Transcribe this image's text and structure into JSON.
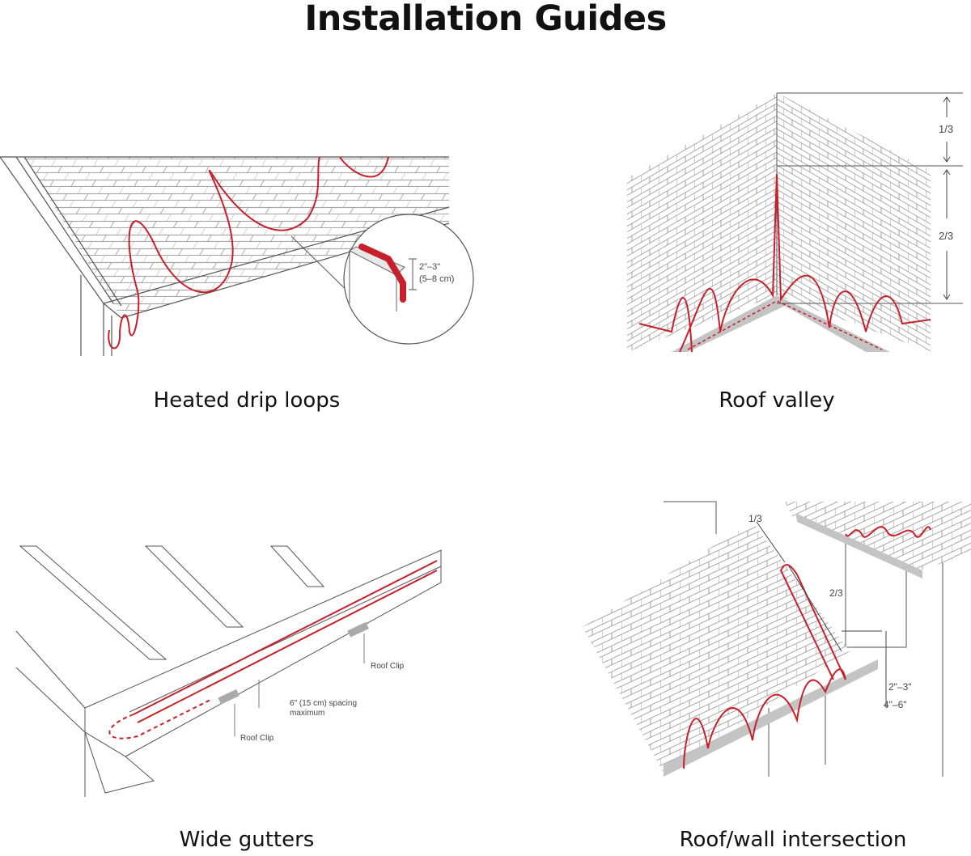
{
  "title": "Installation Guides",
  "colors": {
    "cable": "#c8202a",
    "line": "#555555",
    "shingle": "#9a9a9a",
    "gutter": "#bbbbbb"
  },
  "panels": [
    {
      "caption": "Heated drip loops",
      "annotations": {
        "height_in": "2\"–3\"",
        "height_cm": "(5–8 cm)"
      }
    },
    {
      "caption": "Roof valley",
      "annotations": {
        "upper": "1/3",
        "lower": "2/3"
      }
    },
    {
      "caption": "Wide gutters",
      "annotations": {
        "clip_top": "Roof Clip",
        "spacing_1": "6\" (15 cm) spacing",
        "spacing_2": "maximum",
        "clip_bottom": "Roof Clip"
      }
    },
    {
      "caption": "Roof/wall intersection",
      "annotations": {
        "upper": "1/3",
        "lower": "2/3",
        "offset_a": "2\"–3\"",
        "offset_b": "4\"–6\""
      }
    }
  ]
}
